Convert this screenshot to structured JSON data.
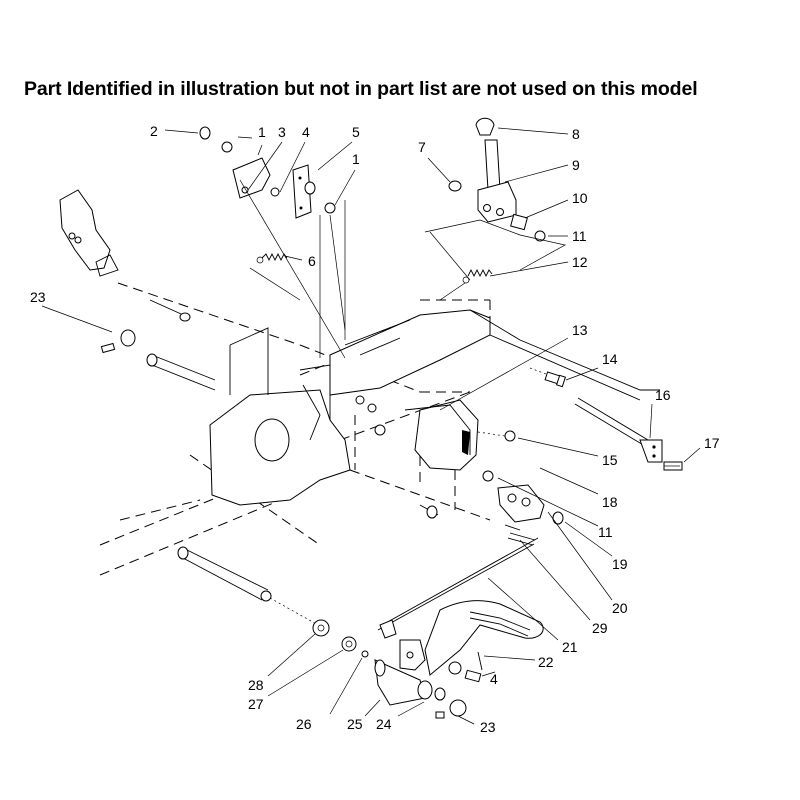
{
  "header": {
    "note": "Part Identified in illustration but not in part list are not used on this model"
  },
  "callouts": [
    {
      "id": "c2",
      "label": "2"
    },
    {
      "id": "c1a",
      "label": "1"
    },
    {
      "id": "c3",
      "label": "3"
    },
    {
      "id": "c4a",
      "label": "4"
    },
    {
      "id": "c5",
      "label": "5"
    },
    {
      "id": "c1b",
      "label": "1"
    },
    {
      "id": "c6",
      "label": "6"
    },
    {
      "id": "c7",
      "label": "7"
    },
    {
      "id": "c8",
      "label": "8"
    },
    {
      "id": "c9",
      "label": "9"
    },
    {
      "id": "c10",
      "label": "10"
    },
    {
      "id": "c11a",
      "label": "11"
    },
    {
      "id": "c12",
      "label": "12"
    },
    {
      "id": "c23a",
      "label": "23"
    },
    {
      "id": "c13",
      "label": "13"
    },
    {
      "id": "c14",
      "label": "14"
    },
    {
      "id": "c16",
      "label": "16"
    },
    {
      "id": "c17",
      "label": "17"
    },
    {
      "id": "c15",
      "label": "15"
    },
    {
      "id": "c18",
      "label": "18"
    },
    {
      "id": "c11b",
      "label": "11"
    },
    {
      "id": "c19",
      "label": "19"
    },
    {
      "id": "c20",
      "label": "20"
    },
    {
      "id": "c29",
      "label": "29"
    },
    {
      "id": "c21",
      "label": "21"
    },
    {
      "id": "c22",
      "label": "22"
    },
    {
      "id": "c4b",
      "label": "4"
    },
    {
      "id": "c28",
      "label": "28"
    },
    {
      "id": "c27",
      "label": "27"
    },
    {
      "id": "c26",
      "label": "26"
    },
    {
      "id": "c25",
      "label": "25"
    },
    {
      "id": "c24",
      "label": "24"
    },
    {
      "id": "c23b",
      "label": "23"
    }
  ]
}
